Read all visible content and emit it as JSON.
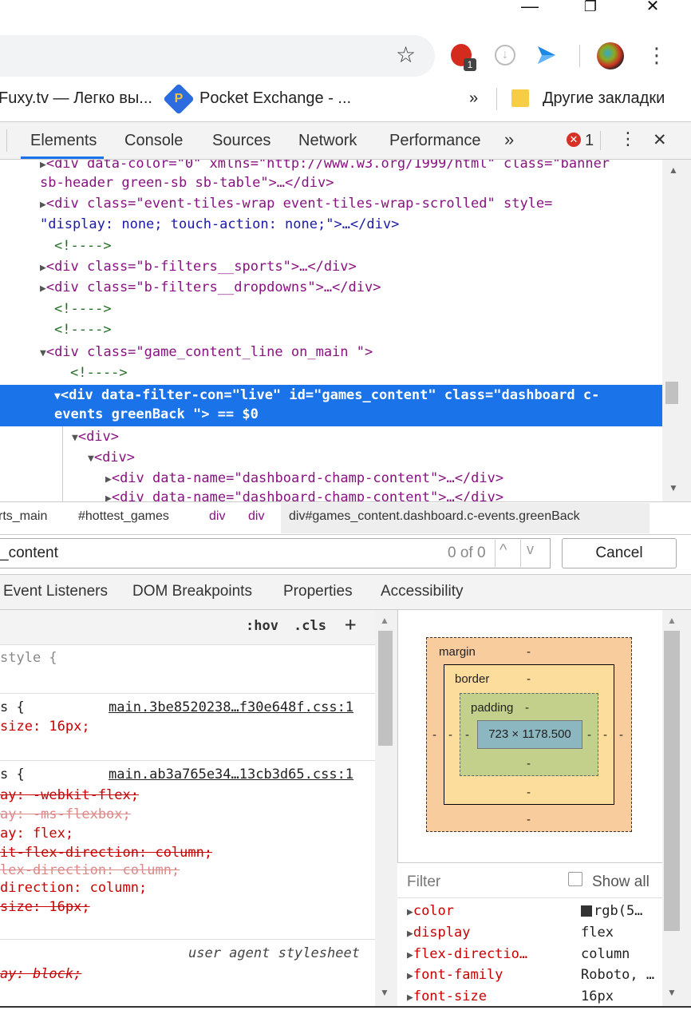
{
  "window": {
    "minimize": "—",
    "restore": "❐",
    "close": "✕"
  },
  "toolbar": {
    "star_icon": "star-icon",
    "menu_icon": "⋮",
    "ext_badge": "1",
    "ext2_icon": "download-icon"
  },
  "bookmarks": {
    "item1": "Fuxy.tv — Легко вы...",
    "item2": "Pocket Exchange - ...",
    "overflow": "»",
    "folder": "Другие закладки"
  },
  "devtools": {
    "tabs": [
      "Elements",
      "Console",
      "Sources",
      "Network",
      "Performance"
    ],
    "more": "»",
    "error_count": "1",
    "menu": "⋮",
    "close": "✕"
  },
  "elements": {
    "l1a": "<div data-color=\"0\" xmlns=\"http://www.w3.org/1999/html\" class=\"banner",
    "l1b": "sb-header green-sb sb-table\">…</div>",
    "l2a": "<div class=\"event-tiles-wrap event-tiles-wrap-scrolled\" style=",
    "l2b": "\"display: none; touch-action: none;\">…</div>",
    "c1": "<!---->",
    "l3": "<div class=\"b-filters__sports\">…</div>",
    "l4": "<div class=\"b-filters__dropdowns\">…</div>",
    "c2": "<!---->",
    "c3": "<!---->",
    "l5": "<div class=\"game_content_line on_main \">",
    "c4": "<!---->",
    "sel_a": "<div data-filter-con=\"live\" id=\"games_content\" class=\"dashboard c-",
    "sel_b": "events greenBack \"> == $0",
    "l6": "<div>",
    "l7": "<div>",
    "l8": "<div data-name=\"dashboard-champ-content\">…</div>",
    "l9": "<div data-name=\"dashboard-champ-content\">…</div>"
  },
  "breadcrumbs": [
    "rts_main",
    "#hottest_games",
    "div",
    "div",
    "div#games_content.dashboard.c-events.greenBack"
  ],
  "search": {
    "value": "_content",
    "count": "0 of 0",
    "up": "^",
    "down": "v",
    "cancel": "Cancel"
  },
  "subtabs": [
    "Event Listeners",
    "DOM Breakpoints",
    "Properties",
    "Accessibility"
  ],
  "styles": {
    "hov": ":hov",
    "cls": ".cls",
    "plus": "+",
    "r1": "style {",
    "r2sel": "s {",
    "r2src": "main.3be8520238…f30e648f.css:1",
    "r2p1": "size: 16px;",
    "r3sel": "s {",
    "r3src": "main.ab3a765e34…13cb3d65.css:1",
    "r3p1": "ay: -webkit-flex;",
    "r3p2": "ay: -ms-flexbox;",
    "r3p3": "ay: flex;",
    "r3p4": "it-flex-direction: column;",
    "r3p5": "lex-direction: column;",
    "r3p6": "direction: column;",
    "r3p7": "size: 16px;",
    "ua": "user agent stylesheet",
    "r4p1": "ay: block;"
  },
  "boxmodel": {
    "margin": "margin",
    "border": "border",
    "padding": "padding",
    "content": "723 × 1178.500",
    "dash": "-"
  },
  "computed": {
    "filter": "Filter",
    "showall": "Show all",
    "rows": [
      {
        "p": "color",
        "v": "rgb(5…"
      },
      {
        "p": "display",
        "v": "flex"
      },
      {
        "p": "flex-directio…",
        "v": "column"
      },
      {
        "p": "font-family",
        "v": "Roboto, …"
      },
      {
        "p": "font-size",
        "v": "16px"
      }
    ]
  }
}
